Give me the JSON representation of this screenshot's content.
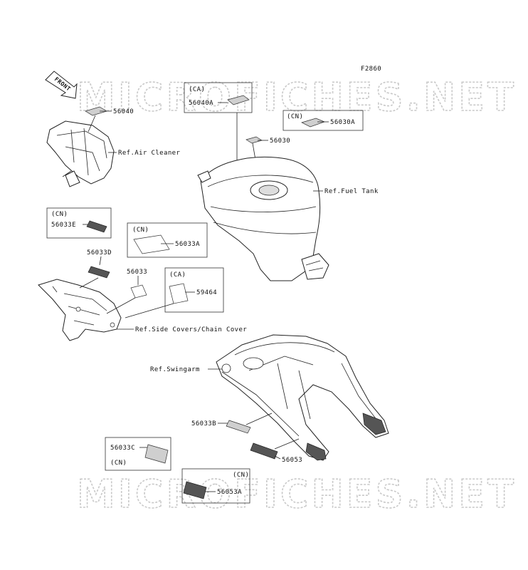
{
  "figure_code": "F2860",
  "front_arrow_text": "FRONT",
  "watermark_text": "MICROFICHES.NET",
  "labels": {
    "p56040": "56040",
    "ref_air_cleaner": "Ref.Air Cleaner",
    "ca_1": "(CA)",
    "p56040A": "56040A",
    "cn_1": "(CN)",
    "p56030A": "56030A",
    "p56030": "56030",
    "ref_fuel_tank": "Ref.Fuel Tank",
    "cn_2": "(CN)",
    "p56033E": "56033E",
    "cn_3": "(CN)",
    "p56033A": "56033A",
    "p56033D": "56033D",
    "p56033": "56033",
    "ca_2": "(CA)",
    "p59464": "59464",
    "ref_side_covers": "Ref.Side Covers/Chain Cover",
    "ref_swingarm": "Ref.Swingarm",
    "p56033B": "56033B",
    "p56033C": "56033C",
    "cn_4": "(CN)",
    "p56053": "56053",
    "cn_5": "(CN)",
    "p56053A": "56053A"
  }
}
